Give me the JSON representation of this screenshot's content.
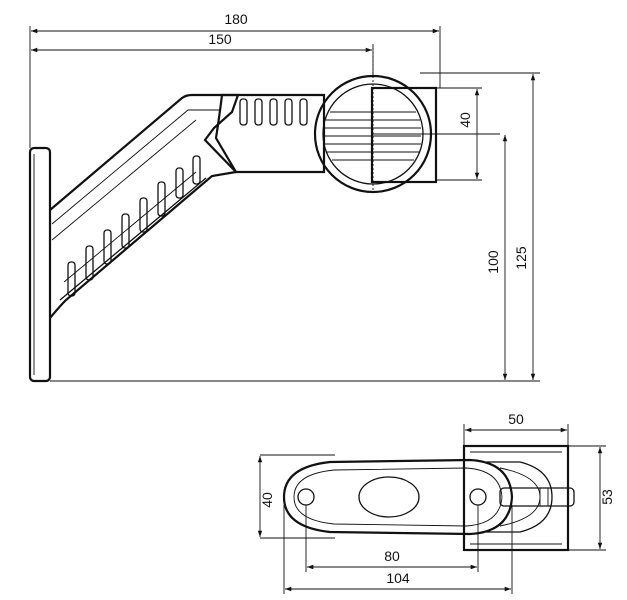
{
  "side_view": {
    "dims": {
      "overall_width": "180",
      "arm_width": "150",
      "lens_height": "40",
      "lens_center_height": "100",
      "overall_height": "125"
    }
  },
  "bottom_view": {
    "dims": {
      "body_width": "50",
      "body_height": "53",
      "plate_height": "40",
      "hole_spacing": "80",
      "plate_length": "104"
    }
  }
}
